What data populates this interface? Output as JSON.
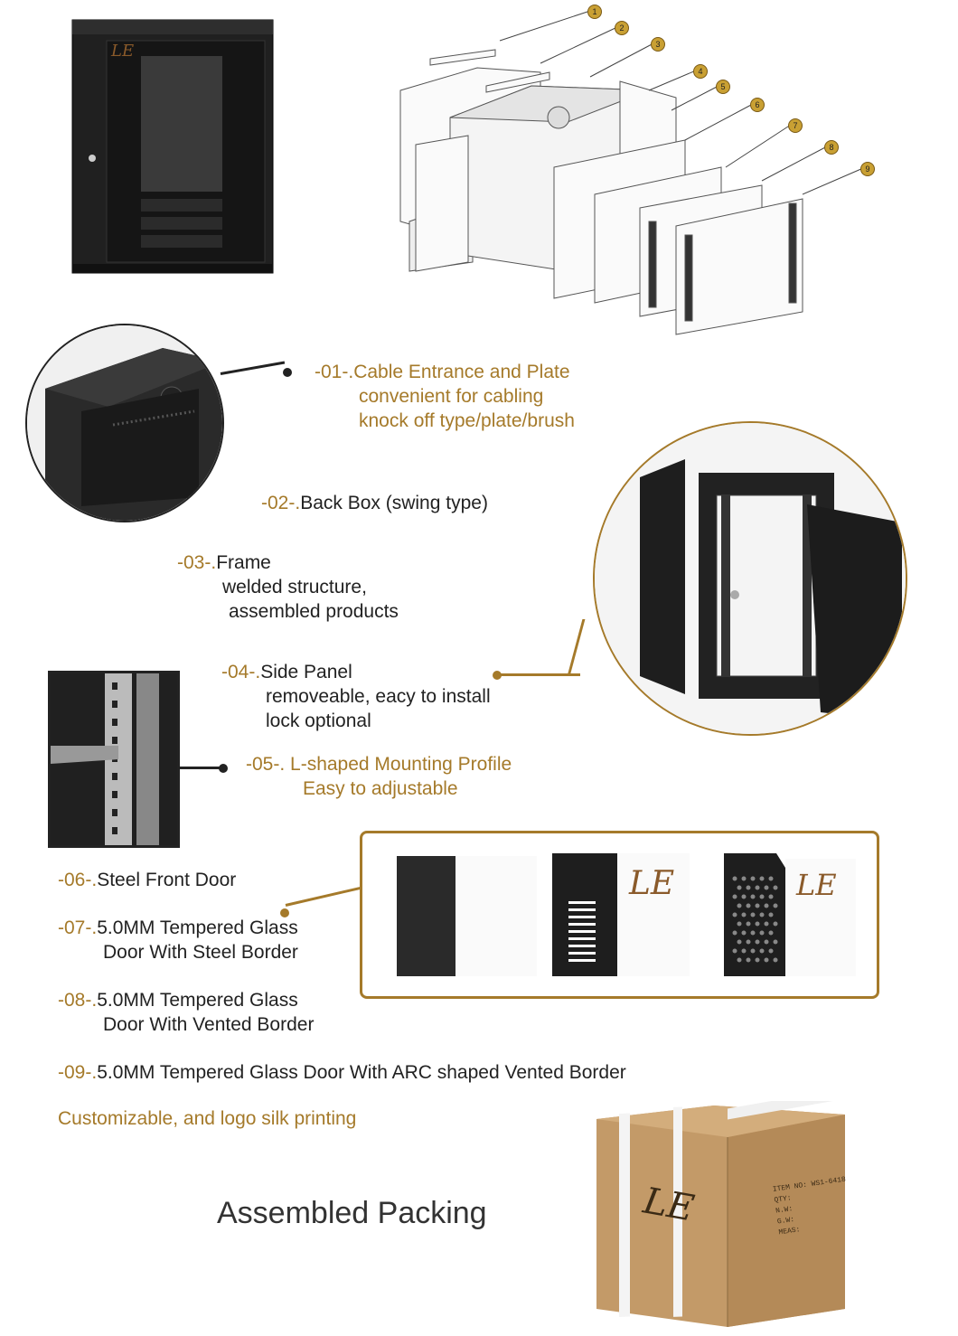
{
  "callout_numbers": [
    "1",
    "2",
    "3",
    "4",
    "5",
    "6",
    "7",
    "8",
    "9"
  ],
  "brand_logo": "LE",
  "features": [
    {
      "num": "-01-.",
      "title": "Cable Entrance and Plate",
      "lines": [
        "convenient for cabling",
        "knock off type/plate/brush"
      ]
    },
    {
      "num": "-02-.",
      "title": "Back Box (swing type)",
      "lines": []
    },
    {
      "num": "-03-.",
      "title": "Frame",
      "lines": [
        "welded structure,",
        "assembled products"
      ]
    },
    {
      "num": "-04-.",
      "title": "Side Panel",
      "lines": [
        "removeable, eacy to install",
        "lock optional"
      ]
    },
    {
      "num": "-05-.",
      "title": " L-shaped Mounting Profile",
      "lines": [
        "Easy to adjustable"
      ]
    },
    {
      "num": "-06-.",
      "title": "Steel Front Door",
      "lines": []
    },
    {
      "num": "-07-.",
      "title": "5.0MM Tempered Glass",
      "lines": [
        "Door With Steel Border"
      ]
    },
    {
      "num": "-08-.",
      "title": "5.0MM Tempered Glass",
      "lines": [
        "Door With Vented Border"
      ]
    },
    {
      "num": "-09-.",
      "title": "5.0MM Tempered Glass Door With ARC shaped Vented Border",
      "lines": []
    }
  ],
  "custom_note": "Customizable, and logo silk printing",
  "packing_title": "Assembled Packing",
  "box_label": [
    "ITEM NO: WS1-6418",
    "QTY:",
    "N.W:",
    "G.W:",
    "MEAS:"
  ],
  "colors": {
    "accent": "#a57a2a",
    "cabinet": "#1e1e1e",
    "cardboard": "#c39a68"
  }
}
